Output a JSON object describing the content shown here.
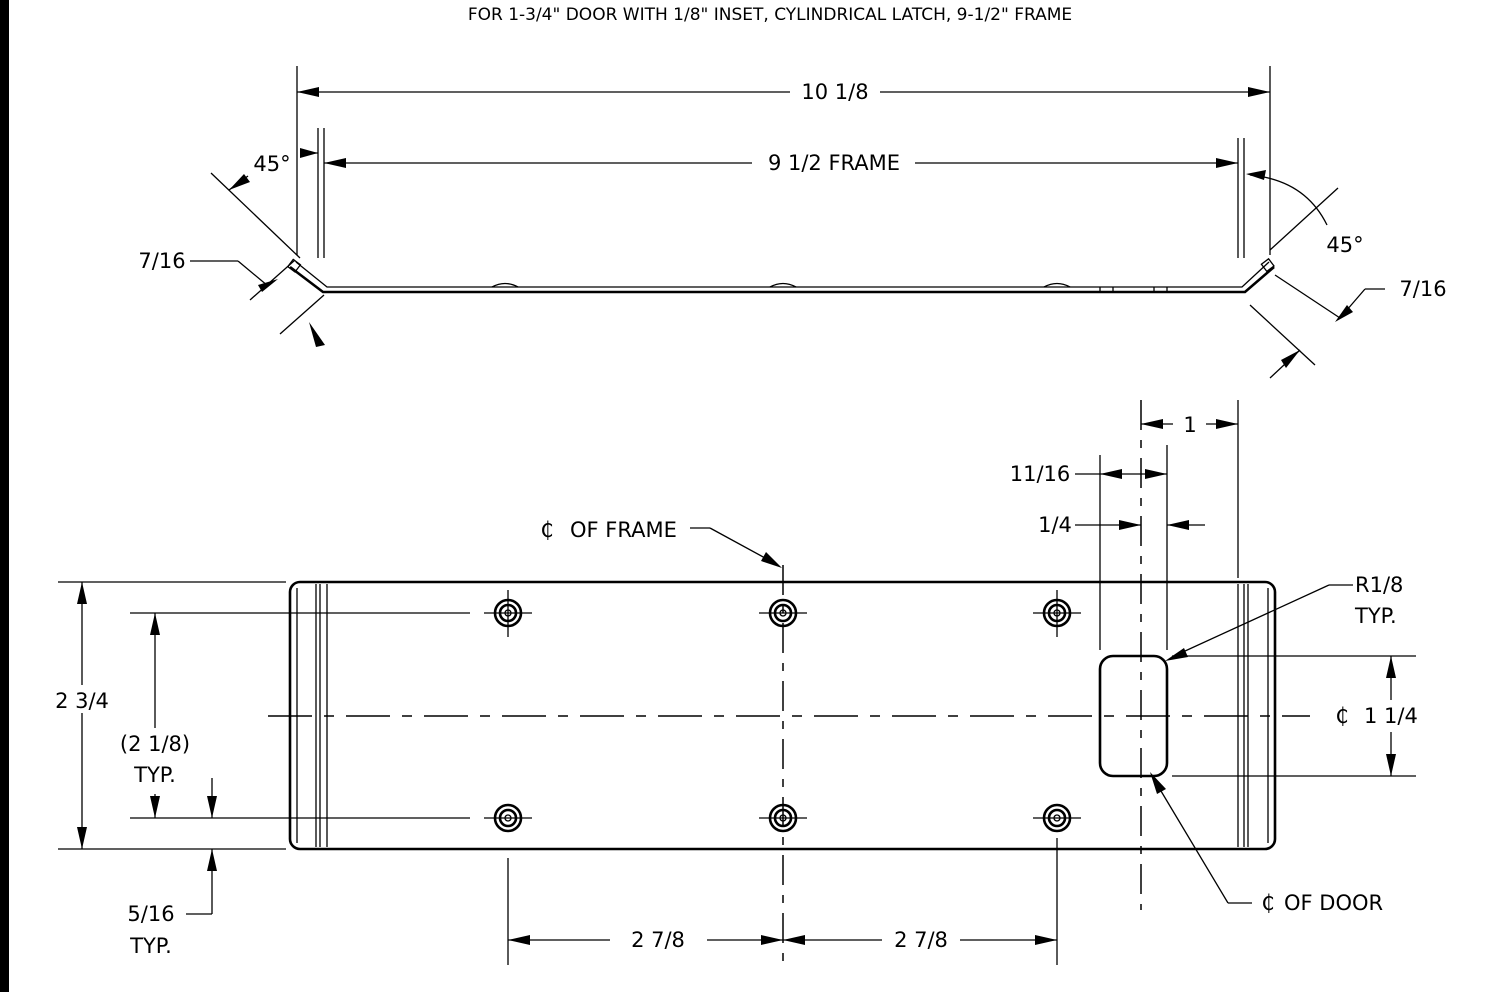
{
  "title": "FOR 1-3/4\" DOOR WITH 1/8\" INSET, CYLINDRICAL LATCH, 9-1/2\" FRAME",
  "top_view": {
    "overall_width": "10 1/8",
    "frame_width": "9 1/2 FRAME",
    "angle_left": "45°",
    "angle_right": "45°",
    "flange_left": "7/16",
    "flange_right": "7/16"
  },
  "plan_view": {
    "height": "2 3/4",
    "hole_spacing_vertical": "(2 1/8)",
    "hole_spacing_vertical_note": "TYP.",
    "edge_to_hole": "5/16",
    "edge_to_hole_note": "TYP.",
    "hole_spacing_left": "2 7/8",
    "hole_spacing_right": "2 7/8",
    "frame_centerline": "OF FRAME",
    "door_centerline": "OF DOOR",
    "centerline_symbol": "₵",
    "cutout_offset": "1",
    "cutout_width": "11/16",
    "cutout_inset": "1/4",
    "corner_radius": "R1/8",
    "corner_radius_note": "TYP.",
    "cutout_height": "1 1/4"
  }
}
